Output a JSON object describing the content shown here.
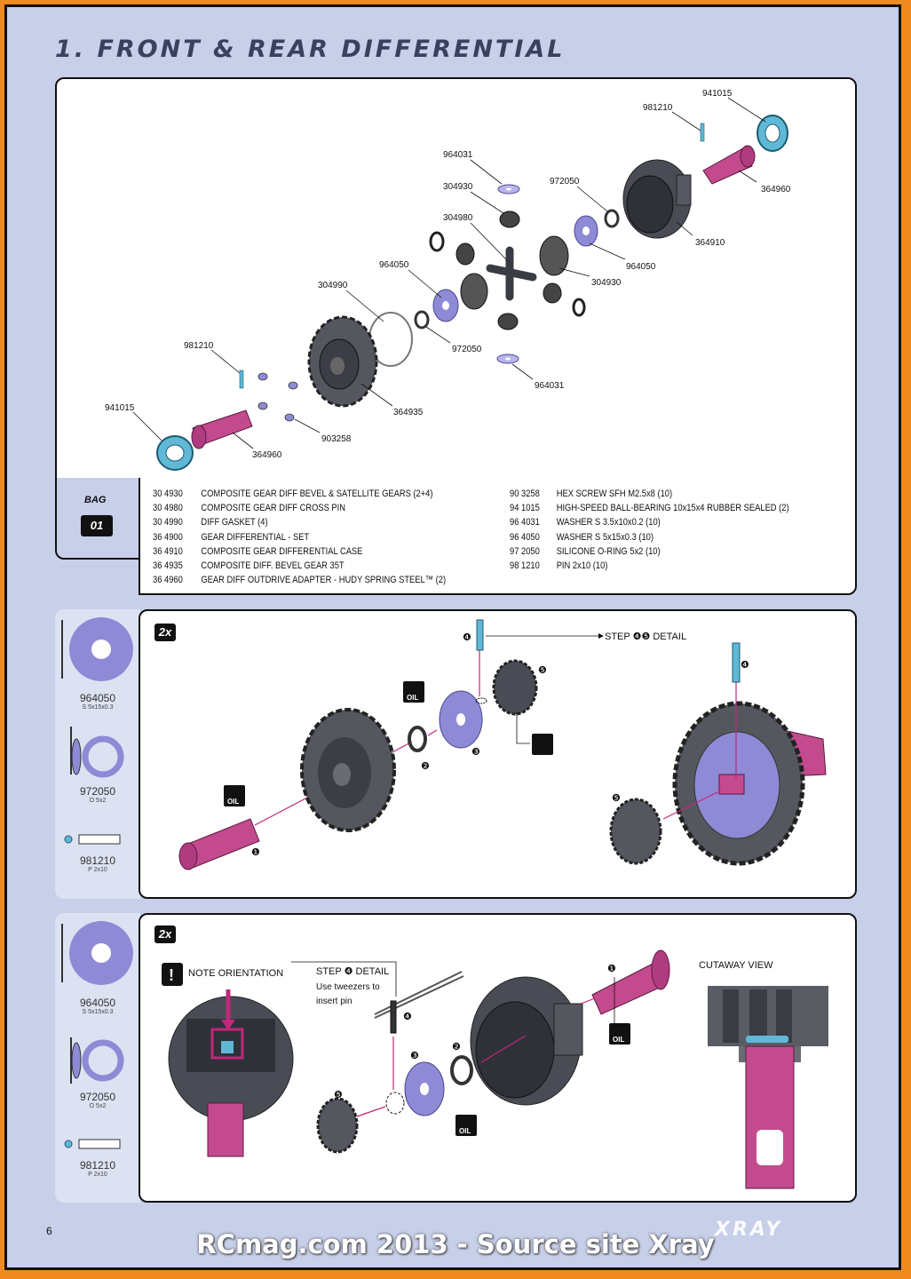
{
  "title": "1. FRONT & REAR DIFFERENTIAL",
  "diagram_labels": {
    "p941015_top": "941015",
    "p981210_top": "981210",
    "p364960_top": "364960",
    "p364910": "364910",
    "p964031_top": "964031",
    "p304930_top": "304930",
    "p972050_top": "972050",
    "p304980": "304980",
    "p964050_left": "964050",
    "p964050_right": "964050",
    "p304930_right": "304930",
    "p304990": "304990",
    "p972050_mid": "972050",
    "p964031_bottom": "964031",
    "p981210_left": "981210",
    "p364935": "364935",
    "p941015_left": "941015",
    "p903258": "903258",
    "p364960_bottom": "364960"
  },
  "bag": {
    "label": "BAG",
    "number": "01"
  },
  "parts_left": [
    {
      "code": "30 4930",
      "desc": "COMPOSITE GEAR DIFF BEVEL & SATELLITE GEARS (2+4)"
    },
    {
      "code": "30 4980",
      "desc": "COMPOSITE GEAR DIFF CROSS PIN"
    },
    {
      "code": "30 4990",
      "desc": "DIFF GASKET (4)"
    },
    {
      "code": "36 4900",
      "desc": "GEAR DIFFERENTIAL - SET"
    },
    {
      "code": "36 4910",
      "desc": "COMPOSITE GEAR DIFFERENTIAL CASE"
    },
    {
      "code": "36 4935",
      "desc": "COMPOSITE DIFF. BEVEL GEAR 35T"
    },
    {
      "code": "36 4960",
      "desc": "GEAR DIFF OUTDRIVE ADAPTER - HUDY SPRING STEEL™ (2)"
    }
  ],
  "parts_right": [
    {
      "code": "90 3258",
      "desc": "HEX SCREW SFH M2.5x8  (10)"
    },
    {
      "code": "94 1015",
      "desc": "HIGH-SPEED BALL-BEARING 10x15x4 RUBBER SEALED  (2)"
    },
    {
      "code": "96 4031",
      "desc": "WASHER S 3.5x10x0.2  (10)"
    },
    {
      "code": "96 4050",
      "desc": "WASHER S 5x15x0.3  (10)"
    },
    {
      "code": "97 2050",
      "desc": "SILICONE O-RING 5x2  (10)"
    },
    {
      "code": "98 1210",
      "desc": "PIN 2x10  (10)"
    }
  ],
  "side1": [
    {
      "num": "964050",
      "sub": "S 5x15x0.3"
    },
    {
      "num": "972050",
      "sub": "O 5x2"
    },
    {
      "num": "981210",
      "sub": "P 2x10"
    }
  ],
  "side2": [
    {
      "num": "964050",
      "sub": "S 5x15x0.3"
    },
    {
      "num": "972050",
      "sub": "O 5x2"
    },
    {
      "num": "981210",
      "sub": "P 2x10"
    }
  ],
  "step1": {
    "multiplier": "2x",
    "step_detail": "STEP ❹❺ DETAIL",
    "oil": "OIL",
    "n1": "❶",
    "n2": "❷",
    "n3": "❸",
    "n4": "❹",
    "n5": "❺"
  },
  "step2": {
    "multiplier": "2x",
    "note_orientation": "NOTE ORIENTATION",
    "step_detail": "STEP ❹ DETAIL",
    "tweezers": "Use tweezers to insert pin",
    "cutaway": "CUTAWAY VIEW",
    "oil": "OIL",
    "n1": "❶",
    "n2": "❷",
    "n3": "❸",
    "n4": "❹",
    "n5": "❺"
  },
  "page_number": "6",
  "logo": "XRAY",
  "watermark": "RCmag.com 2013 - Source site Xray",
  "colors": {
    "background": "#c7cfe9",
    "accent_pink": "#c0287a",
    "bearing_blue": "#5fb8d6",
    "washer_purple": "#8e8ad6"
  }
}
